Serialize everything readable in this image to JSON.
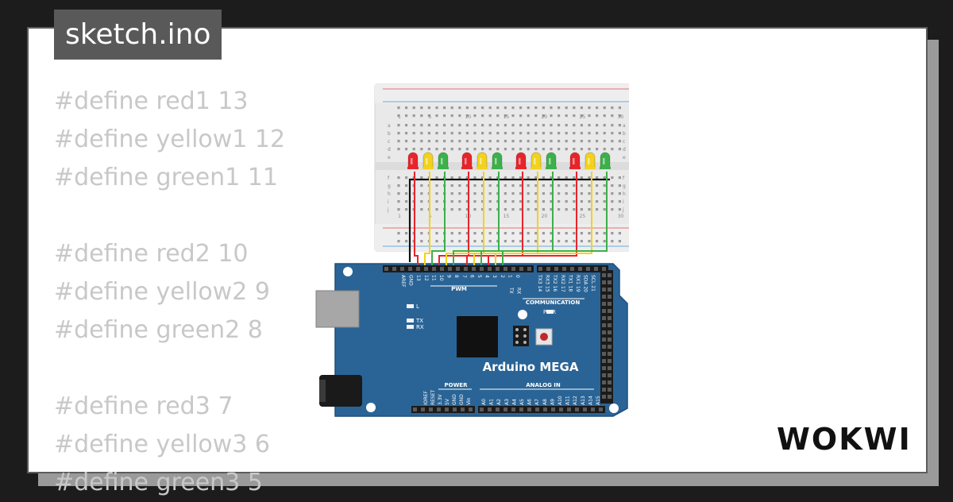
{
  "file_tab": {
    "label": "sketch.ino"
  },
  "code_lines": [
    "#define red1 13",
    "#define yellow1 12",
    "#define green1 11",
    "",
    "#define red2 10",
    "#define yellow2 9",
    "#define green2 8",
    "",
    "#define red3 7",
    "#define yellow3 6",
    "#define green3 5"
  ],
  "breadboard": {
    "column_numbers": [
      "1",
      "5",
      "10",
      "15",
      "20",
      "25",
      "30"
    ],
    "row_letters_top": [
      "a",
      "b",
      "c",
      "d",
      "e"
    ],
    "row_letters_bottom": [
      "f",
      "g",
      "h",
      "i",
      "j"
    ]
  },
  "arduino": {
    "board_name": "Arduino MEGA",
    "top_pin_labels": [
      "AREF",
      "GND",
      "13",
      "12",
      "11",
      "10",
      "9",
      "8",
      "7",
      "6",
      "5",
      "4",
      "3",
      "2",
      "1",
      "0"
    ],
    "comm_pin_labels": [
      "TX3 14",
      "RX3 15",
      "TX2 16",
      "RX2 17",
      "TX1 18",
      "RX1 19",
      "SDA 20",
      "SCL 21"
    ],
    "pwm_label": "PWM",
    "tx_rx_labels": [
      "TX",
      "RX"
    ],
    "communication_label": "COMMUNICATION",
    "led_labels": [
      "L",
      "TX",
      "RX"
    ],
    "pwr_label": "PWR",
    "power_label": "POWER",
    "power_pins": [
      "IOREF",
      "RESET",
      "3.3V",
      "5V",
      "GND",
      "GND",
      "Vin"
    ],
    "analog_label": "ANALOG IN",
    "analog_pins": [
      "A0",
      "A1",
      "A2",
      "A3",
      "A4",
      "A5",
      "A6",
      "A7",
      "A8",
      "A9",
      "A10",
      "A11",
      "A12",
      "A13",
      "A14",
      "A15"
    ]
  },
  "leds": [
    "red",
    "yellow",
    "green",
    "red",
    "yellow",
    "green",
    "red",
    "yellow",
    "green",
    "red",
    "yellow",
    "green"
  ],
  "colors": {
    "board_blue": "#2a6496",
    "led_red": "#e8242b",
    "led_yellow": "#f2d21c",
    "led_green": "#3cb04a",
    "wire_black": "#111111"
  },
  "logo": {
    "text": "WOKWI"
  }
}
